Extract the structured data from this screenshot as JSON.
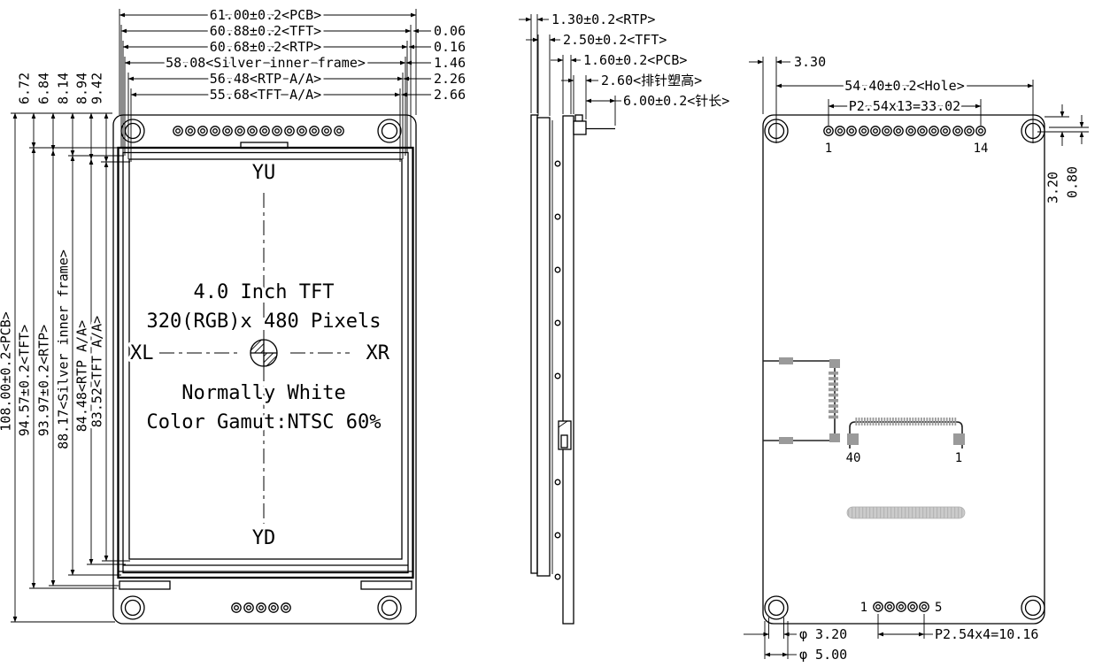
{
  "front": {
    "top_dims": [
      "61.00±0.2<PCB>",
      "60.88±0.2<TFT>",
      "60.68±0.2<RTP>",
      "58.08<Silver inner frame>",
      "56.48<RTP A/A>",
      "55.68<TFT A/A>"
    ],
    "offsets": [
      "0.06",
      "0.16",
      "1.46",
      "2.26",
      "2.66"
    ],
    "edge_dims": [
      "6.72",
      "6.84",
      "8.14",
      "8.94",
      "9.42"
    ],
    "height_dims": [
      "108.00±0.2<PCB>",
      "94.57±0.2<TFT>",
      "93.97±0.2<RTP>",
      "88.17<Silver inner frame>",
      "84.48<RTP A/A>",
      "83.52<TFT A/A>"
    ],
    "yu": "YU",
    "yd": "YD",
    "xl": "XL",
    "xr": "XR",
    "screen": [
      "4.0 Inch TFT",
      "320(RGB)x 480 Pixels",
      "Normally White",
      "Color Gamut:NTSC 60%"
    ]
  },
  "side": {
    "dims": [
      "1.30±0.2<RTP>",
      "2.50±0.2<TFT>",
      "1.60±0.2<PCB>",
      "2.60<排针塑高>",
      "6.00±0.2<针长>"
    ]
  },
  "back": {
    "edge_to_hole": "3.30",
    "hole_span": "54.40±0.2<Hole>",
    "top_pitch": "P2.54x13=33.02",
    "top_pin_first": "1",
    "top_pin_last": "14",
    "v_dim_a": "3.20",
    "v_dim_b": "0.80",
    "fpc_pin_left": "40",
    "fpc_pin_right": "1",
    "bot_pin_first": "1",
    "bot_pin_last": "5",
    "hole_dia_inner": "φ 3.20",
    "hole_dia_outer": "φ 5.00",
    "bot_pitch": "P2.54x4=10.16"
  }
}
